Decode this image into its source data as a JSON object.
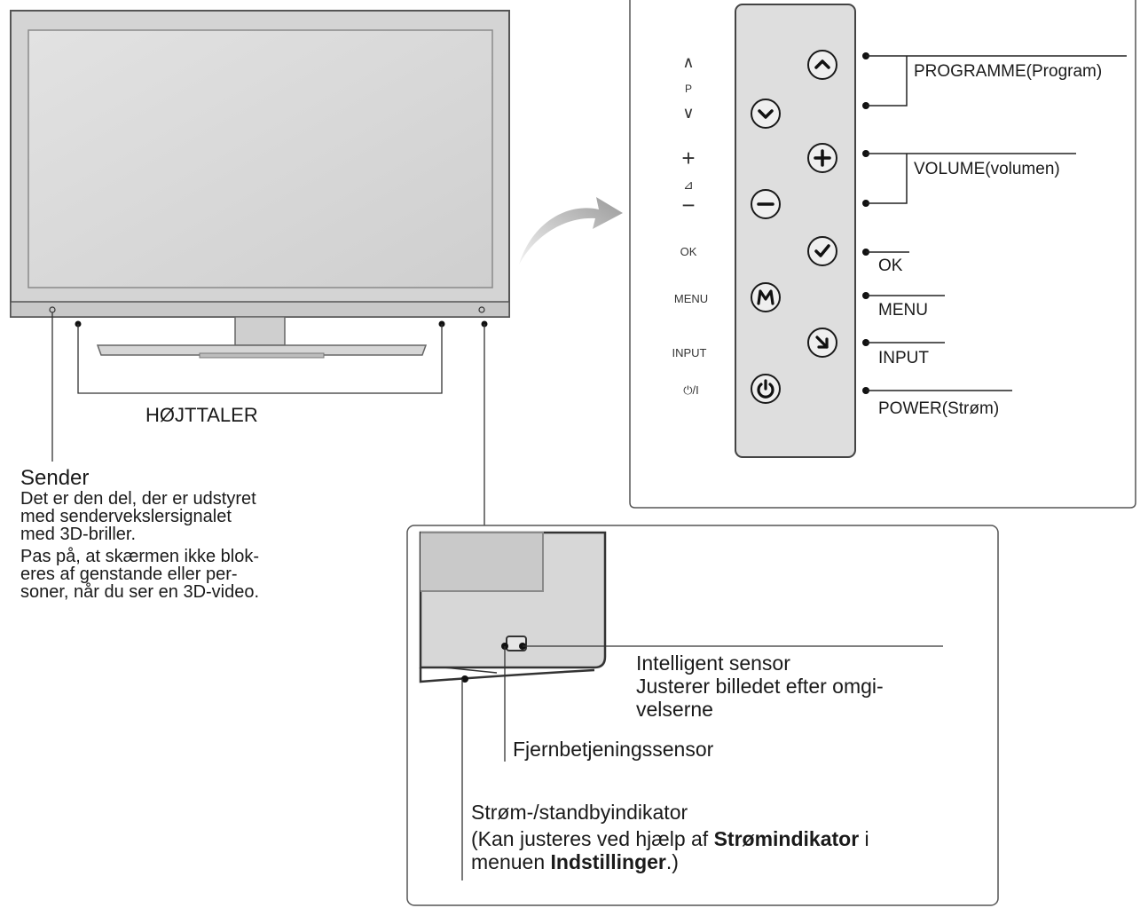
{
  "tv": {
    "speaker_label": "HØJTTALER"
  },
  "sender": {
    "heading": "Sender",
    "lines": [
      "Det er den del, der er udstyret",
      "med sendervekslersignalet",
      "med 3D-briller.",
      "Pas på, at skærmen ikke blok-",
      "eres af genstande eller per-",
      "soner, når du ser en 3D-video."
    ]
  },
  "panel": {
    "left_labels": {
      "up": "∧",
      "p": "P",
      "down": "∨",
      "plus": "+",
      "vol": "⊿",
      "minus": "−",
      "ok": "OK",
      "menu": "MENU",
      "input": "INPUT",
      "power": "⏻/I"
    },
    "callouts": {
      "programme": "PROGRAMME(Program)",
      "volume": "VOLUME(volumen)",
      "ok": "OK",
      "menu": "MENU",
      "input": "INPUT",
      "power": "POWER(Strøm)"
    },
    "buttons": {
      "up": "up-chevron-icon",
      "down": "down-chevron-icon",
      "plus": "plus-icon",
      "minus": "minus-icon",
      "ok": "check-icon",
      "menu": "m-letter-icon",
      "input": "arrow-down-right-icon",
      "power": "power-icon"
    }
  },
  "detail": {
    "intelligent_title": "Intelligent sensor",
    "intelligent_desc_1": "Justerer billedet efter omgi-",
    "intelligent_desc_2": "velserne",
    "remote_sensor": "Fjernbetjeningssensor",
    "standby_title": "Strøm-/standbyindikator",
    "standby_note_1a": "(Kan justeres ved hjælp af ",
    "standby_note_1b": "Strømindikator",
    "standby_note_1c": " i",
    "standby_note_2a": "menuen ",
    "standby_note_2b": "Indstillinger",
    "standby_note_2c": ".)"
  }
}
